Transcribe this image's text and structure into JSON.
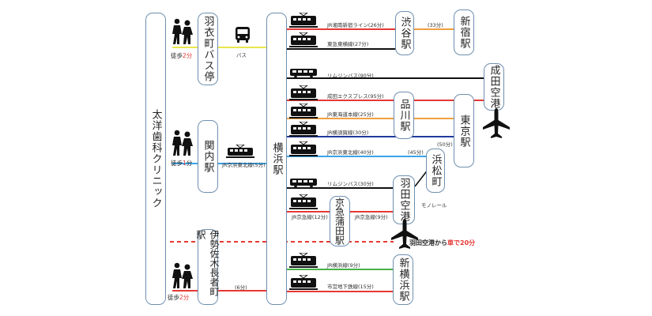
{
  "stations": {
    "clinic": "太洋歯科クリニック",
    "haneicho_bus": "羽衣町バス停",
    "kannai": "関内駅",
    "isezakichojamachi": "伊勢佐木長者町駅",
    "yokohama": "横浜駅",
    "shibuya": "渋谷駅",
    "shinjuku": "新宿駅",
    "narita": "成田空港",
    "shinagawa": "品川駅",
    "tokyo": "東京駅",
    "hamamatsucho": "浜松町",
    "haneda": "羽田空港",
    "keikyu_kamata": "京急蒲田駅",
    "shin_yokohama": "新横浜駅"
  },
  "walks": [
    {
      "prefix": "徒歩",
      "num": "2",
      "suffix": "分"
    },
    {
      "prefix": "徒歩",
      "num": "1",
      "suffix": "分"
    },
    {
      "prefix": "徒歩",
      "num": "2",
      "suffix": "分"
    }
  ],
  "routes": {
    "bus": "バス",
    "keihin_tohoku_kannai": "JR京浜東北線(5分)",
    "subway_6": "(6分)",
    "shonan_shinjuku": "JR湘南新宿ライン(26分)",
    "toyoko": "東急東横線(27分)",
    "shibuya_shinjuku": "(33分)",
    "limousine_narita": "リムジンバス(90分)",
    "narita_express": "成田エクスプレス(95分)",
    "tokaido": "JR東海道本線(25分)",
    "yokosuka": "JR横須賀線(30分)",
    "keihin_tohoku": "JR京浜東北線(40分)",
    "to_hamamatsucho": "(45分)",
    "to_narita_50": "(50分)",
    "limousine_haneda": "リムジンバス(30分)",
    "keikyu_12": "JR京急線(12分)",
    "keikyu_9": "JR京急線(9分)",
    "monorail": "モノレール",
    "yokohama_line": "JR横浜線(9分)",
    "municipal_subway": "市営地下鉄線(15分)"
  },
  "note": {
    "prefix": "羽田空港から",
    "highlight": "車で20分"
  },
  "colors": {
    "bus_line": "#e8e84a",
    "yokosuka_blue": "#1f3a9e",
    "keihin_blue": "#3ba3e8",
    "tokaido_orange": "#f0a040",
    "red_line": "#e53935",
    "black_line": "#111111",
    "green_line": "#49b04a",
    "dashed_red": "#e53935",
    "box_border": "#6e8fb0",
    "accent_red": "#e53935"
  },
  "icons": [
    "walking-people-icon",
    "bus-icon",
    "train-icon",
    "airplane-icon"
  ]
}
